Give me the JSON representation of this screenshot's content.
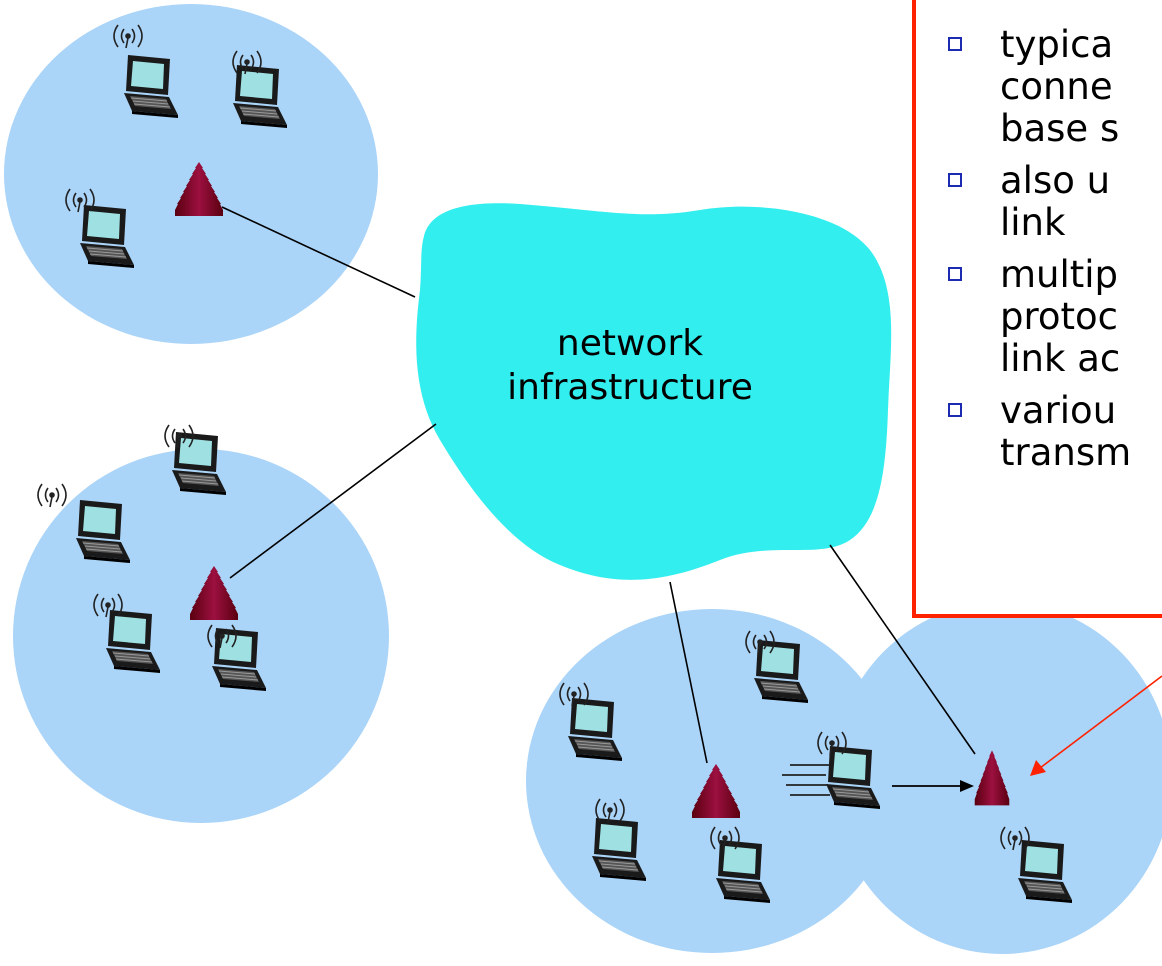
{
  "diagram": {
    "cloud_label": [
      "network",
      "infrastructure"
    ],
    "bullets": [
      [
        "typica",
        "conne",
        "base s"
      ],
      [
        "also u",
        "link"
      ],
      [
        "multip",
        "protoc",
        "link ac"
      ],
      [
        "variou",
        "transm"
      ]
    ],
    "colors": {
      "cell": "#aad4f8",
      "cloud": "#33eeee",
      "frame": "#ff2200",
      "tower": "#8b0a3a",
      "bullet_box": "#1c2bb0"
    },
    "icons": [
      "laptop-icon",
      "wireless-signal-icon",
      "base-station-icon",
      "motion-lines-icon"
    ]
  }
}
